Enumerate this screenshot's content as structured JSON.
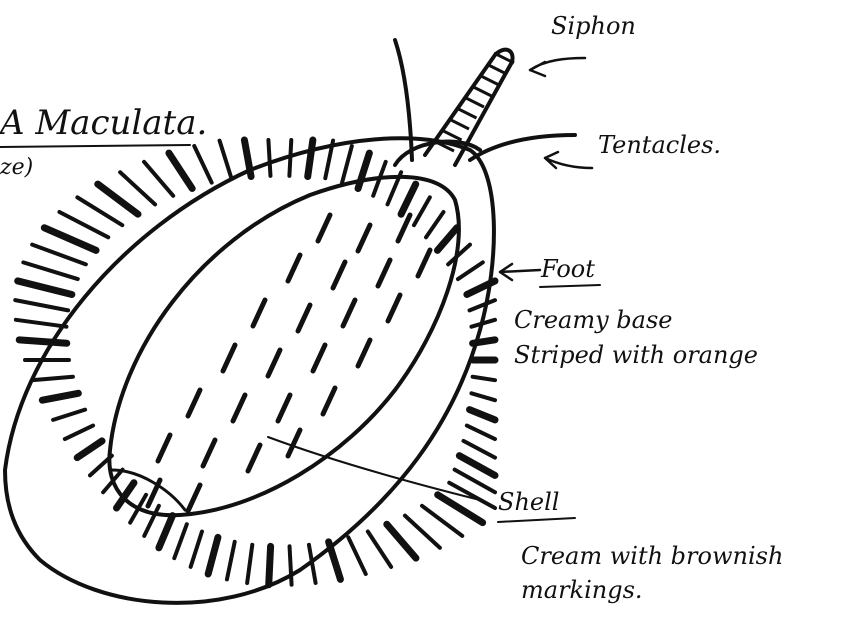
{
  "title": {
    "name": "A Maculata.",
    "sub": "ze)"
  },
  "labels": {
    "siphon": "Siphon",
    "tentacles": "Tentacles.",
    "foot": "Foot",
    "foot_desc": [
      "Creamy base",
      "Striped with orange"
    ],
    "shell": "Shell",
    "shell_desc": [
      "Cream with brownish",
      "markings."
    ]
  },
  "colors": {
    "ink": "#111111",
    "paper": "#ffffff"
  }
}
